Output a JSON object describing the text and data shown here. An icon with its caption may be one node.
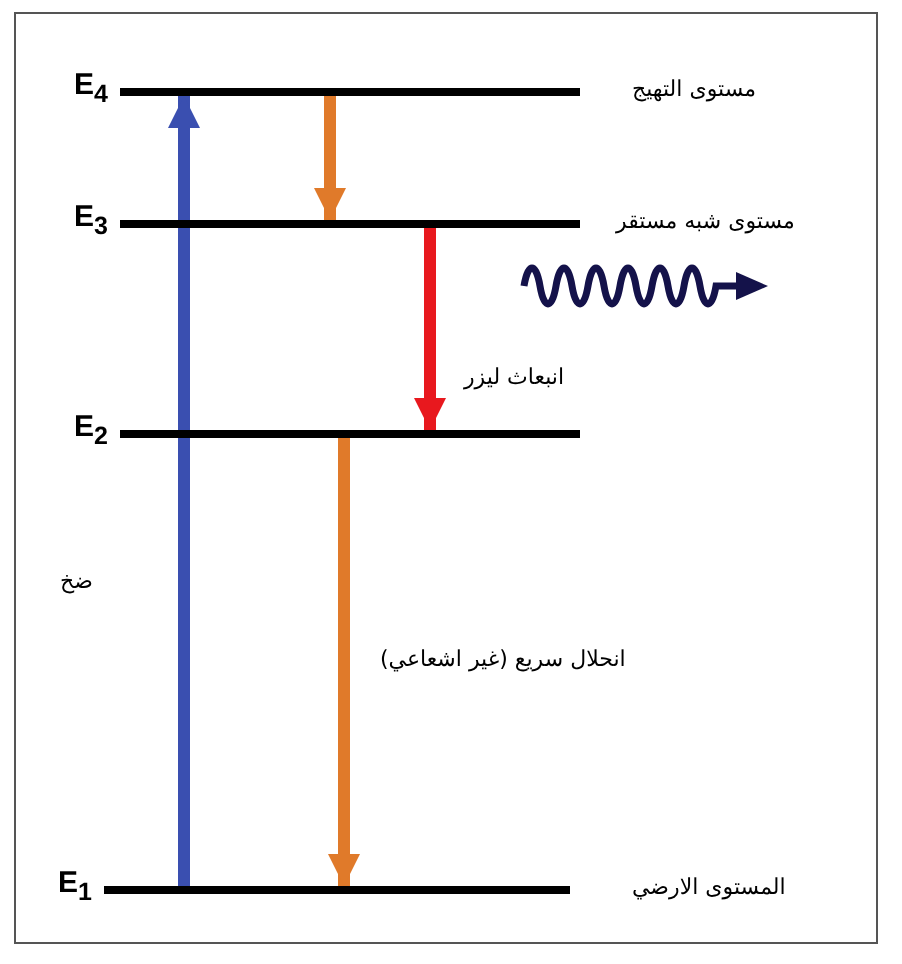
{
  "diagram": {
    "nodes": [
      {
        "text": [],
        "shape": "bar",
        "beside": [
          "E$_{4}$",
          "مستوى التهيج"
        ]
      },
      {
        "text": [],
        "shape": "bar",
        "beside": [
          "E$_{3}$",
          "مستوى شبه مستقر"
        ]
      },
      {
        "text": [],
        "shape": "bar",
        "beside": [
          "E$_{2}$"
        ]
      },
      {
        "text": [],
        "shape": "bar",
        "beside": [
          "E$_{1}$",
          "المستوى الارضي"
        ]
      }
    ],
    "edges": [
      {
        "from": 3,
        "to": 0,
        "arrow": "to",
        "label": "ضخ",
        "color": "#3a4fb0"
      },
      {
        "from": 0,
        "to": 1,
        "arrow": "to",
        "color": "#e07a2a"
      },
      {
        "from": 1,
        "to": 2,
        "arrow": "to",
        "label": "انبعاث ليزر",
        "color": "#e8181e"
      },
      {
        "from": 2,
        "to": 3,
        "arrow": "to",
        "label": "انحلال سريع (غير اشعاعي)",
        "color": "#e07a2a"
      }
    ]
  }
}
